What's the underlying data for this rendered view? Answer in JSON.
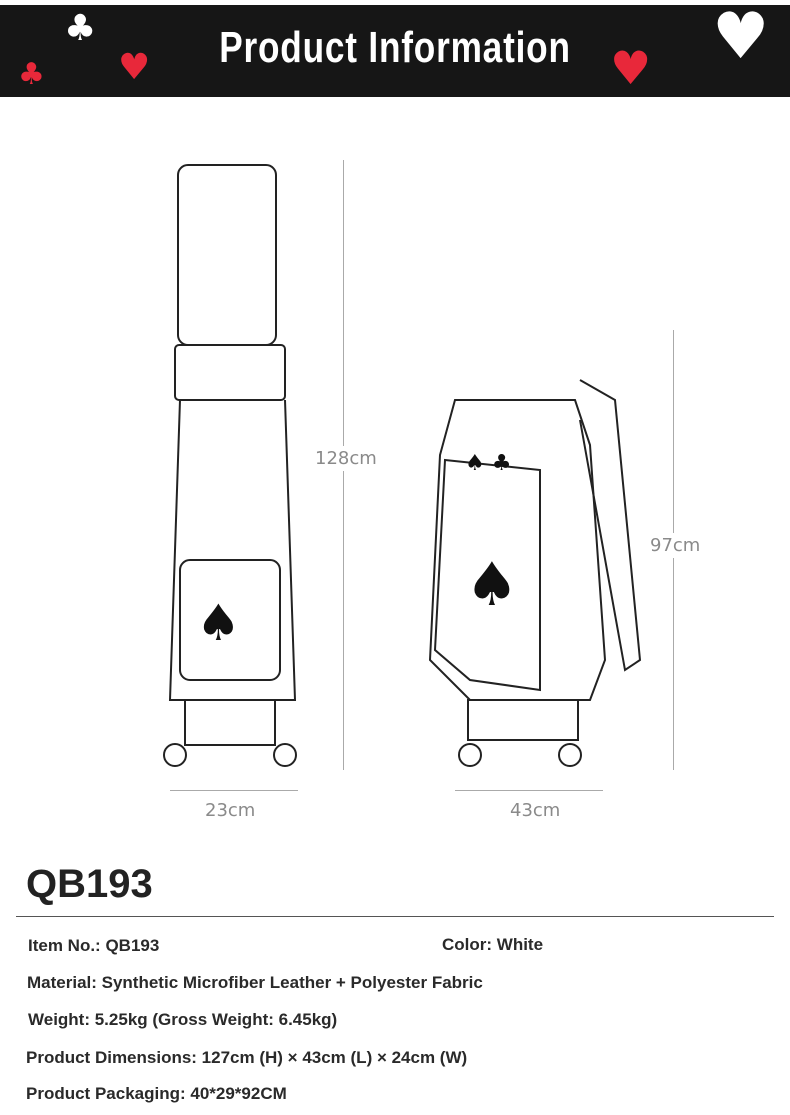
{
  "banner": {
    "title": "Product Information"
  },
  "dimensions": {
    "stand_height": "128cm",
    "stand_width": "23cm",
    "cart_height": "97cm",
    "cart_width": "43cm"
  },
  "product": {
    "model": "QB193",
    "specs": {
      "item_no": "Item No.: QB193",
      "color": "Color: White",
      "material": "Material: Synthetic Microfiber Leather + Polyester Fabric",
      "weight": "Weight: 5.25kg (Gross Weight: 6.45kg)",
      "dimensions": "Product Dimensions: 127cm (H) × 43cm (L) × 24cm (W)",
      "packaging": "Product Packaging: 40*29*92CM"
    }
  },
  "colors": {
    "banner": "#161616",
    "accent": "#e8283a"
  }
}
